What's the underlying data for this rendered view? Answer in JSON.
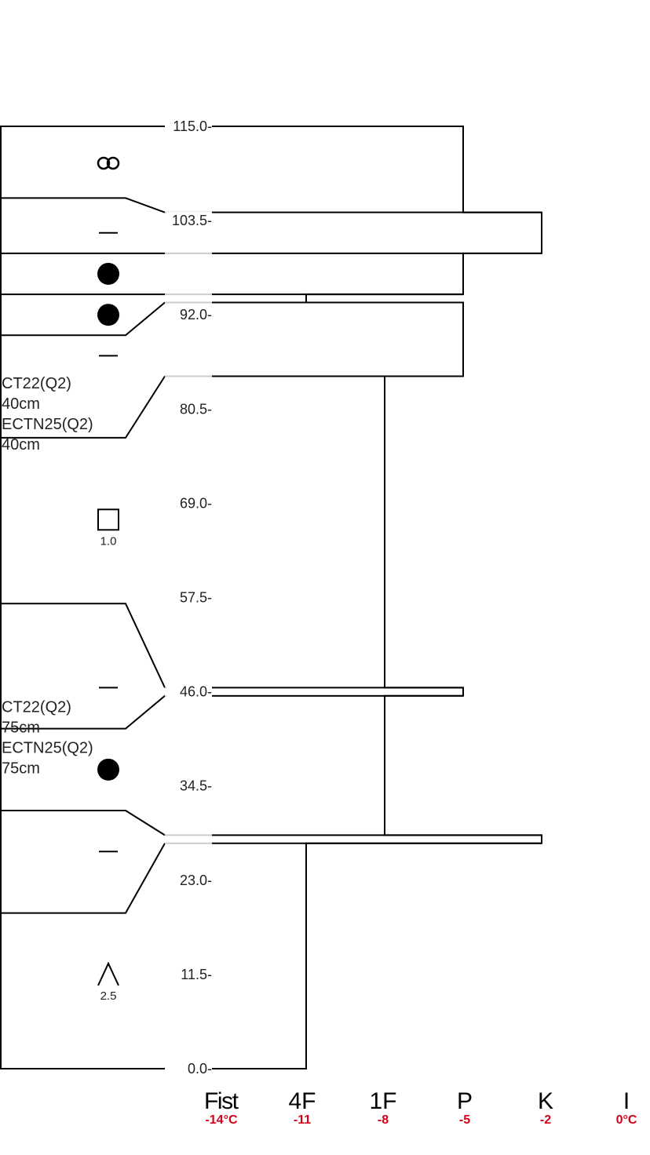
{
  "chart_data": {
    "type": "snow-profile",
    "depth_ticks": [
      "115.0-",
      "103.5-",
      "92.0-",
      "80.5-",
      "69.0-",
      "57.5-",
      "46.0-",
      "34.5-",
      "23.0-",
      "11.5-",
      "0.0-"
    ],
    "depth_range": [
      0,
      115
    ],
    "hardness_scale": [
      {
        "code": "Fist",
        "temp": "-14°C"
      },
      {
        "code": "4F",
        "temp": "-11"
      },
      {
        "code": "1F",
        "temp": "-8"
      },
      {
        "code": "P",
        "temp": "-5"
      },
      {
        "code": "K",
        "temp": "-2"
      },
      {
        "code": "I",
        "temp": "0°C"
      }
    ],
    "hardness_profile": [
      {
        "top": 115.0,
        "bottom": 104.5,
        "hardness": "P"
      },
      {
        "top": 104.5,
        "bottom": 99.5,
        "hardness": "K"
      },
      {
        "top": 99.5,
        "bottom": 94.5,
        "hardness": "P"
      },
      {
        "top": 94.5,
        "bottom": 93.5,
        "hardness": "1F-"
      },
      {
        "top": 93.5,
        "bottom": 84.5,
        "hardness": "P"
      },
      {
        "top": 84.5,
        "bottom": 46.5,
        "hardness": "1F"
      },
      {
        "top": 46.5,
        "bottom": 45.5,
        "hardness": "P"
      },
      {
        "top": 45.5,
        "bottom": 28.5,
        "hardness": "1F"
      },
      {
        "top": 28.5,
        "bottom": 27.5,
        "hardness": "K"
      },
      {
        "top": 27.5,
        "bottom": 0.0,
        "hardness": "1F-"
      }
    ],
    "layer_markers": [
      {
        "depth": 110.5,
        "form": "melt-forms-cluster-icon"
      },
      {
        "depth": 102.0,
        "form": "ice-crust-icon"
      },
      {
        "depth": 97.0,
        "form": "rounded-grains-icon"
      },
      {
        "depth": 92.0,
        "form": "rounded-grains-icon"
      },
      {
        "depth": 87.0,
        "form": "ice-crust-icon"
      },
      {
        "depth": 67.0,
        "form": "faceted-crystals-icon",
        "size": "1.0"
      },
      {
        "depth": 46.5,
        "form": "ice-crust-icon"
      },
      {
        "depth": 36.5,
        "form": "rounded-grains-icon"
      },
      {
        "depth": 26.5,
        "form": "ice-crust-icon"
      },
      {
        "depth": 11.5,
        "form": "depth-hoar-icon",
        "size": "2.5"
      }
    ],
    "tests": [
      {
        "depth": 83.0,
        "lines": [
          "CT22(Q2)",
          "40cm",
          "ECTN25(Q2)",
          "40cm"
        ]
      },
      {
        "depth": 43.5,
        "lines": [
          "CT22(Q2)",
          "75cm",
          "ECTN25(Q2)",
          "75cm"
        ]
      }
    ]
  }
}
